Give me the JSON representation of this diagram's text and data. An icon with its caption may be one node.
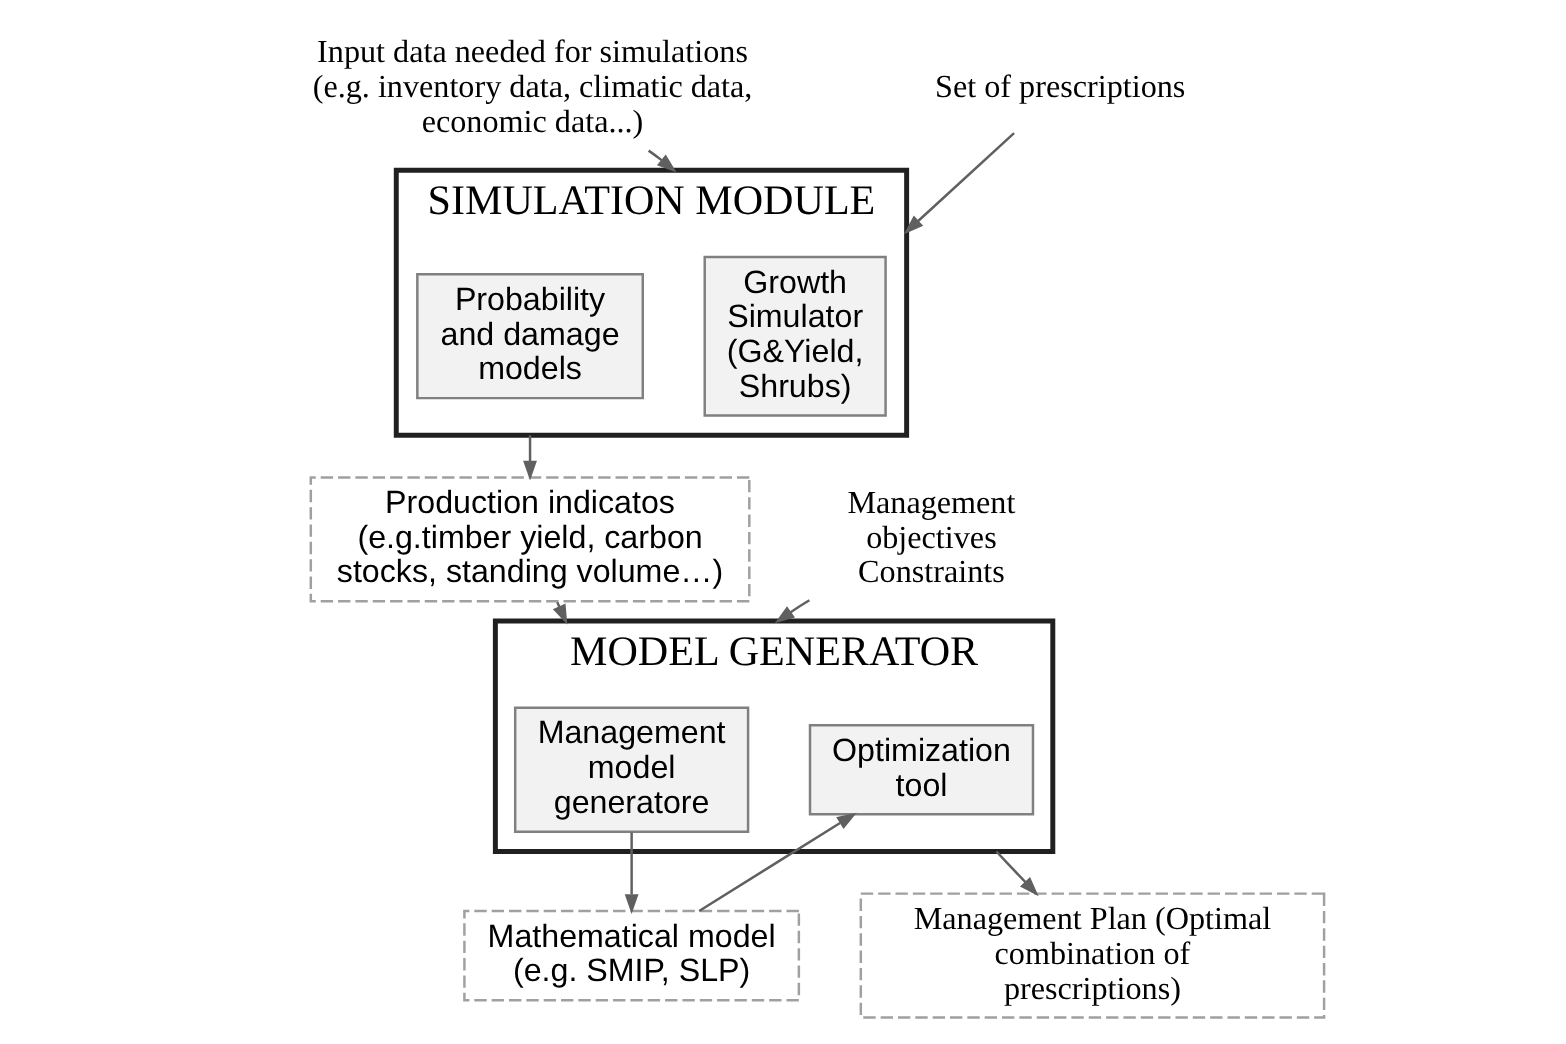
{
  "diagram": {
    "nodes": [
      {
        "text": [
          "Input data needed for simulations (e.g. inventory data, climatic data, economic data...)"
        ]
      },
      {
        "text": [
          "SIMULATION MODULE"
        ]
      },
      {
        "text": [
          "Growth Simulator (G&Yield, Shrubs)"
        ],
        "in": 1
      },
      {
        "text": [
          "Probability and damage models"
        ],
        "in": 1
      },
      {
        "text": [
          "Set of prescriptions"
        ]
      },
      {
        "text": [
          "Production indicatos (e.g.timber yield, carbon stocks, standing volume…)"
        ]
      },
      {
        "text": [
          "MODEL GENERATOR"
        ]
      },
      {
        "text": [
          "Management model generatore"
        ],
        "in": 6
      },
      {
        "text": [
          "Optimization tool"
        ],
        "in": 6
      },
      {
        "text": [
          "Management objectives Constraints"
        ]
      },
      {
        "text": [
          "Management Plan (Optimal combination of prescriptions)"
        ]
      },
      {
        "text": [
          "Mathematical model (e.g. SMIP, SLP)"
        ]
      }
    ],
    "edges": [
      {
        "from": 0,
        "to": 1,
        "arrow": "to"
      },
      {
        "from": 4,
        "to": 1,
        "arrow": "to"
      },
      {
        "from": 1,
        "to": 5,
        "arrow": "to"
      },
      {
        "from": 5,
        "to": 6,
        "arrow": "to"
      },
      {
        "from": 9,
        "to": 6,
        "arrow": "to"
      },
      {
        "from": 6,
        "to": 10,
        "arrow": "to"
      },
      {
        "from": 7,
        "to": 11,
        "arrow": "to"
      },
      {
        "from": 11,
        "to": 8,
        "arrow": "to"
      }
    ]
  }
}
